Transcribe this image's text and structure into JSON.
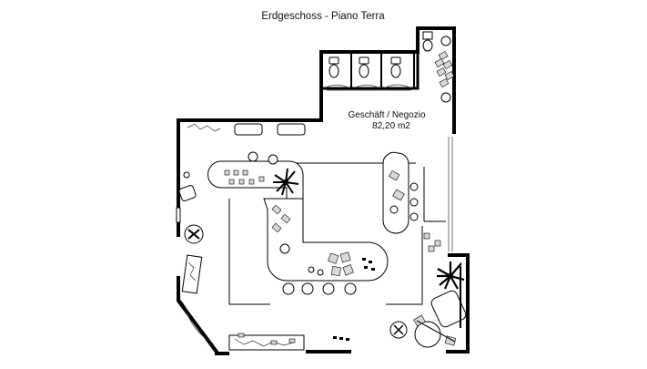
{
  "plan": {
    "title": "Erdgeschoss - Piano Terra",
    "room_name": "Geschäft / Negozio",
    "room_area": "82,20 m2"
  },
  "colors": {
    "background": "#ffffff",
    "walls": "#000000",
    "furniture_fill": "#ffffff",
    "shading": "#d9d9d9"
  },
  "icons": [
    "plant-icon",
    "chair-icon",
    "toilet-icon",
    "sink-icon",
    "door-swing-icon"
  ]
}
